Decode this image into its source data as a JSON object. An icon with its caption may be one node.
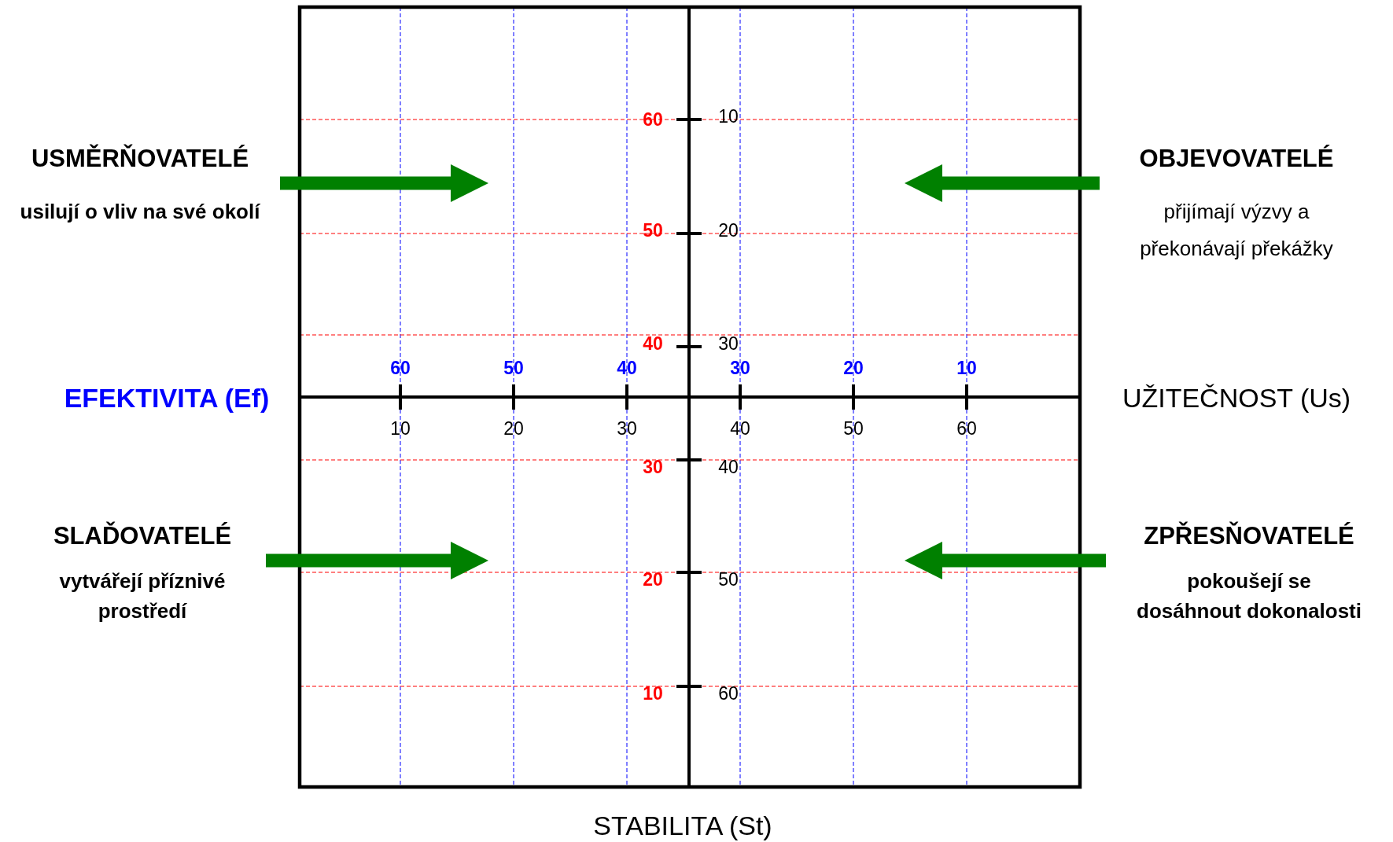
{
  "diagram": {
    "title": "STABILITA (St)",
    "nodes": [
      {
        "text": [
          "USMĚRŇOVATELÉ",
          "usilují o vliv na své okolí"
        ]
      },
      {
        "text": [
          "OBJEVOVATELÉ",
          "přijímají výzvy a překonávají překážky"
        ]
      },
      {
        "text": [
          "SLAĎOVATELÉ",
          "vytvářejí příznivé prostředí"
        ]
      },
      {
        "text": [
          "ZPŘESŇOVATELÉ",
          "pokoušejí se dosáhnout dokonalosti"
        ]
      }
    ],
    "edges": [
      {
        "from": 0,
        "to": null,
        "arrow": "to"
      },
      {
        "from": 1,
        "to": null,
        "arrow": "to"
      },
      {
        "from": 2,
        "to": null,
        "arrow": "to"
      },
      {
        "from": 3,
        "to": null,
        "arrow": "to"
      }
    ],
    "labels": [
      "60",
      "10",
      "50",
      "20",
      "40",
      "30",
      "60",
      "50",
      "40",
      "30",
      "20",
      "10",
      "EFEKTIVITA (Ef)",
      "UŽITEČNOST (Us)",
      "10",
      "20",
      "30",
      "40",
      "50",
      "60",
      "30",
      "40",
      "20",
      "50",
      "10",
      "60"
    ]
  }
}
